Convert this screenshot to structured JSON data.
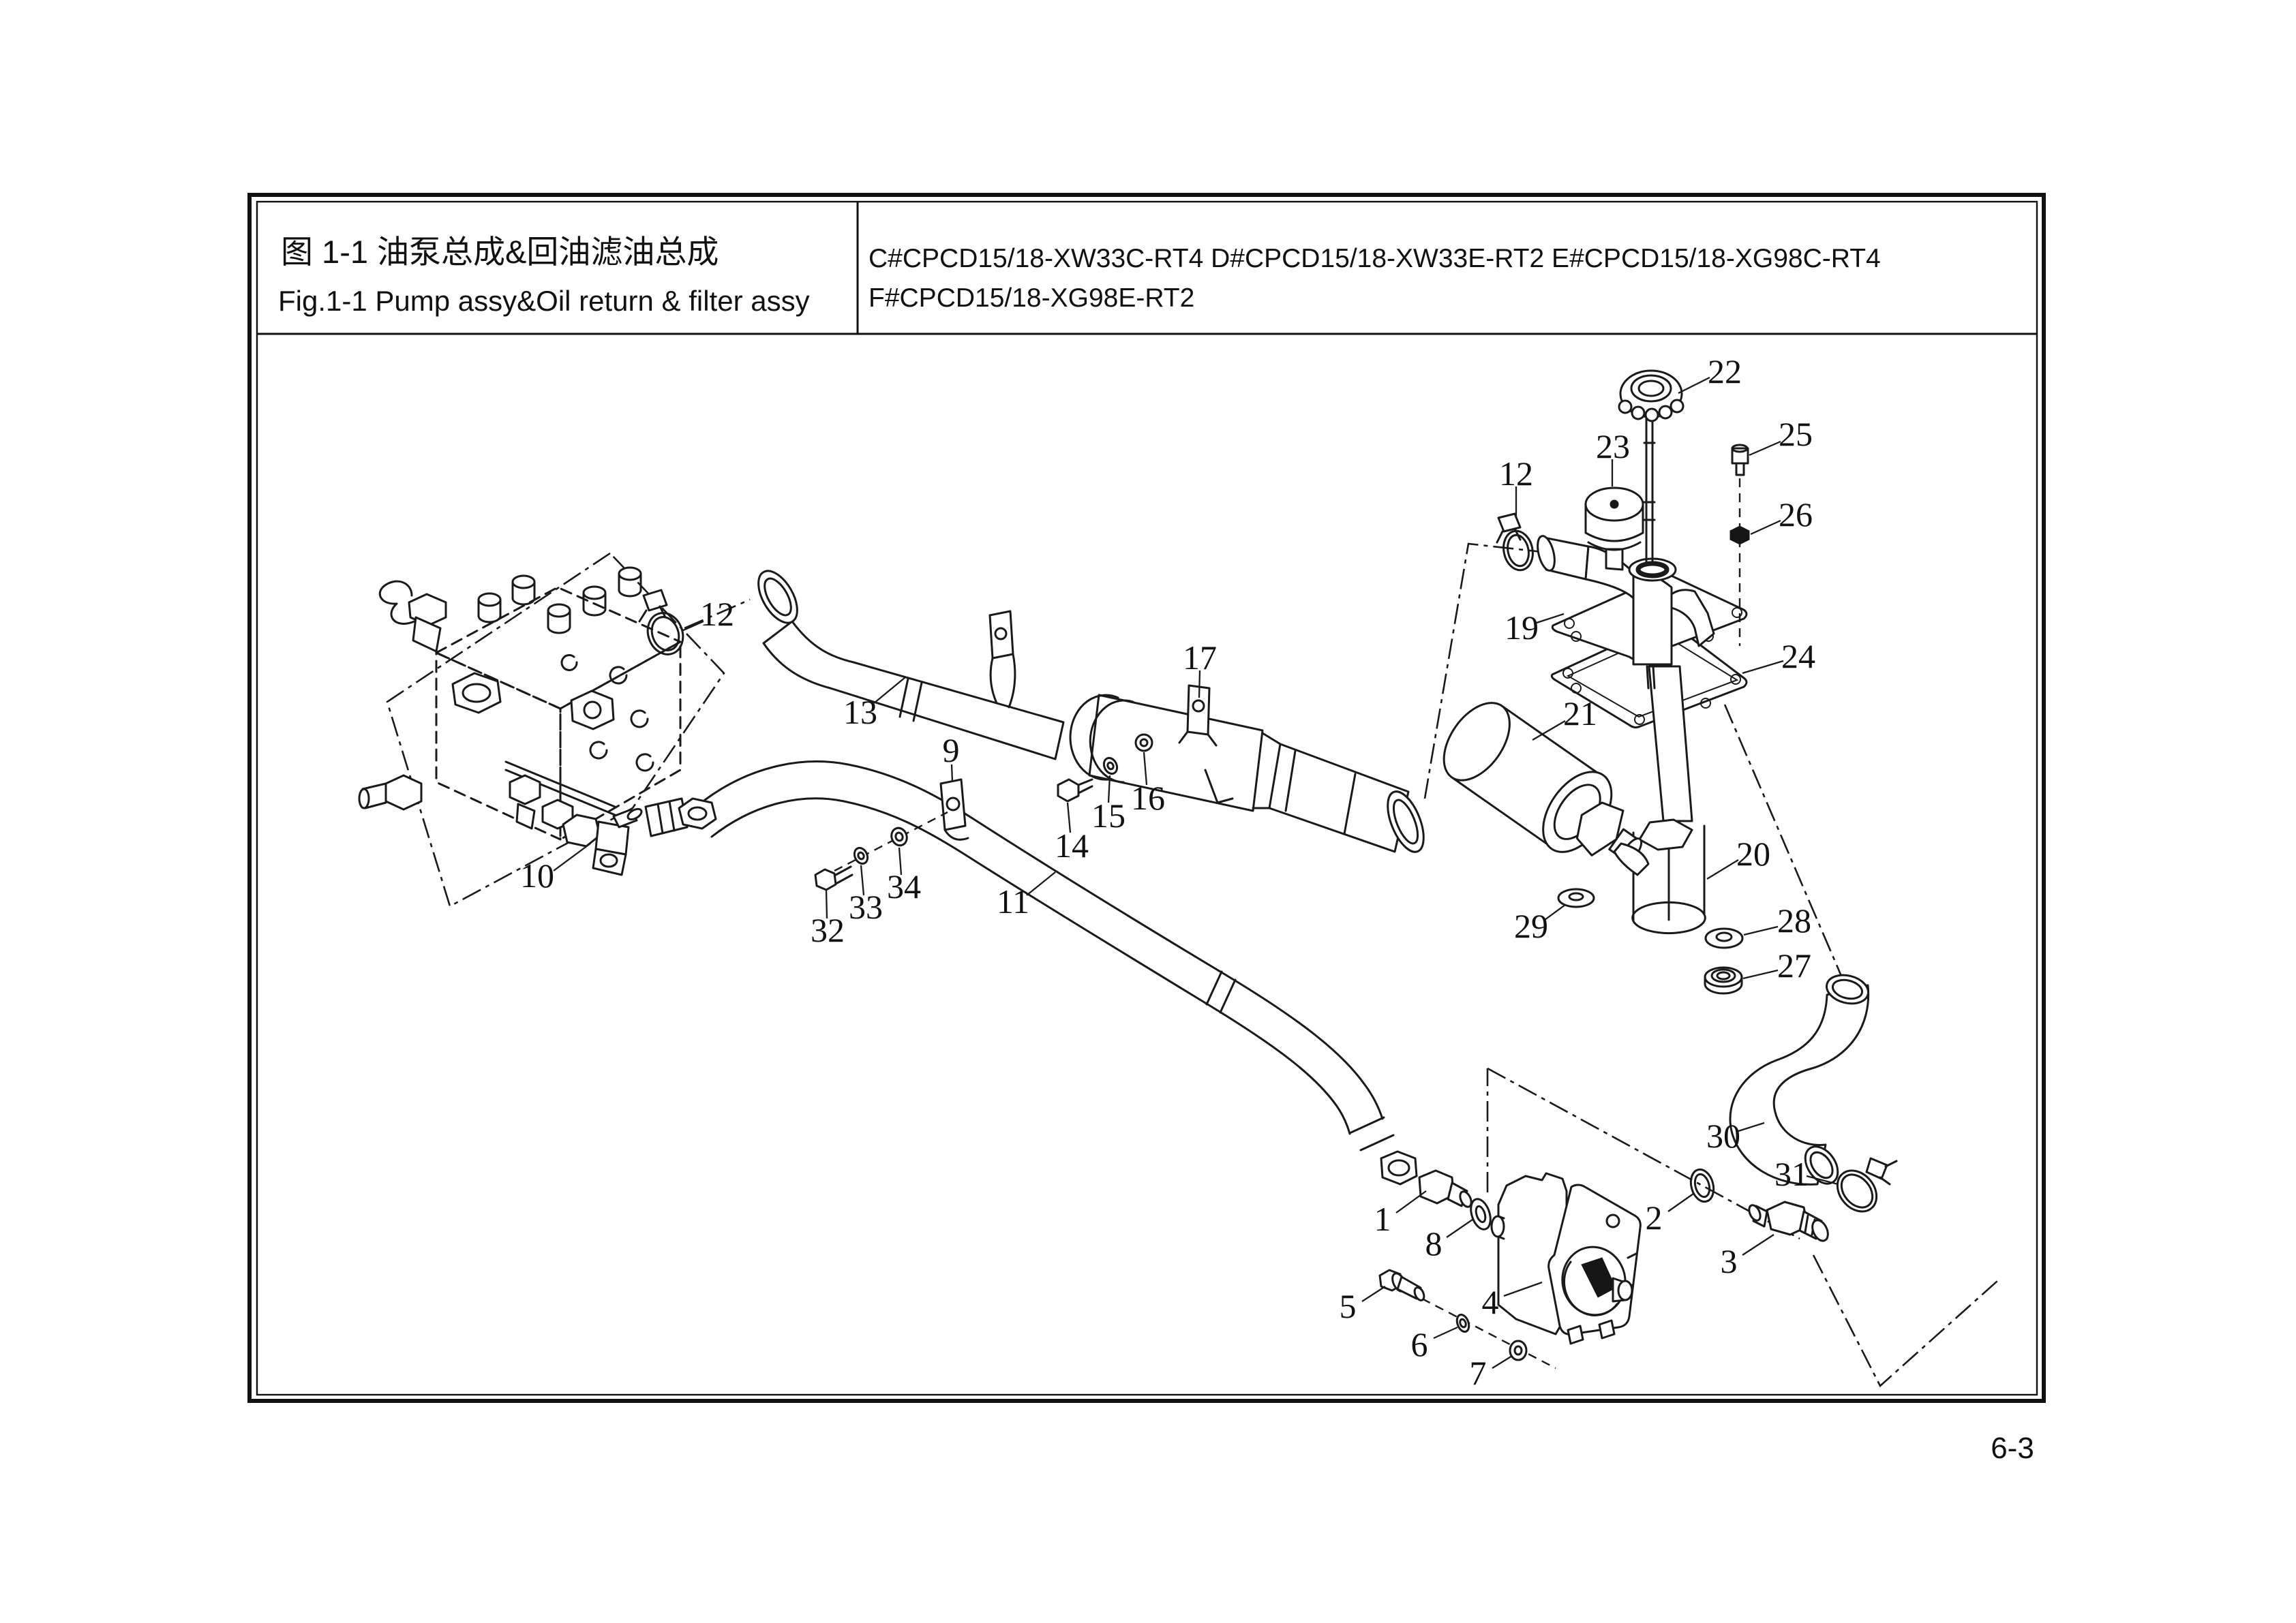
{
  "title_block": {
    "figure_label_cn": "图 1-1   油泵总成&回油滤油总成",
    "figure_label_en": "Fig.1-1 Pump assy&Oil return & filter assy",
    "models_line1": "C#CPCD15/18-XW33C-RT4    D#CPCD15/18-XW33E-RT2    E#CPCD15/18-XG98C-RT4",
    "models_line2": "F#CPCD15/18-XG98E-RT2"
  },
  "page_number": "6-3",
  "colors": {
    "ink": "#1a1a1a",
    "background": "#ffffff"
  },
  "diagram": {
    "callouts": [
      {
        "id": "1",
        "label": "1"
      },
      {
        "id": "2",
        "label": "2"
      },
      {
        "id": "3",
        "label": "3"
      },
      {
        "id": "4",
        "label": "4"
      },
      {
        "id": "5",
        "label": "5"
      },
      {
        "id": "6",
        "label": "6"
      },
      {
        "id": "7",
        "label": "7"
      },
      {
        "id": "8",
        "label": "8"
      },
      {
        "id": "9",
        "label": "9"
      },
      {
        "id": "10",
        "label": "10"
      },
      {
        "id": "11",
        "label": "11"
      },
      {
        "id": "12-left",
        "label": "12"
      },
      {
        "id": "12-right",
        "label": "12"
      },
      {
        "id": "13",
        "label": "13"
      },
      {
        "id": "14",
        "label": "14"
      },
      {
        "id": "15",
        "label": "15"
      },
      {
        "id": "16",
        "label": "16"
      },
      {
        "id": "17",
        "label": "17"
      },
      {
        "id": "19",
        "label": "19"
      },
      {
        "id": "20",
        "label": "20"
      },
      {
        "id": "21",
        "label": "21"
      },
      {
        "id": "22",
        "label": "22"
      },
      {
        "id": "23",
        "label": "23"
      },
      {
        "id": "24",
        "label": "24"
      },
      {
        "id": "25",
        "label": "25"
      },
      {
        "id": "26",
        "label": "26"
      },
      {
        "id": "27",
        "label": "27"
      },
      {
        "id": "28",
        "label": "28"
      },
      {
        "id": "29",
        "label": "29"
      },
      {
        "id": "30",
        "label": "30"
      },
      {
        "id": "31",
        "label": "31"
      },
      {
        "id": "32",
        "label": "32"
      },
      {
        "id": "33",
        "label": "33"
      },
      {
        "id": "34",
        "label": "34"
      }
    ]
  }
}
